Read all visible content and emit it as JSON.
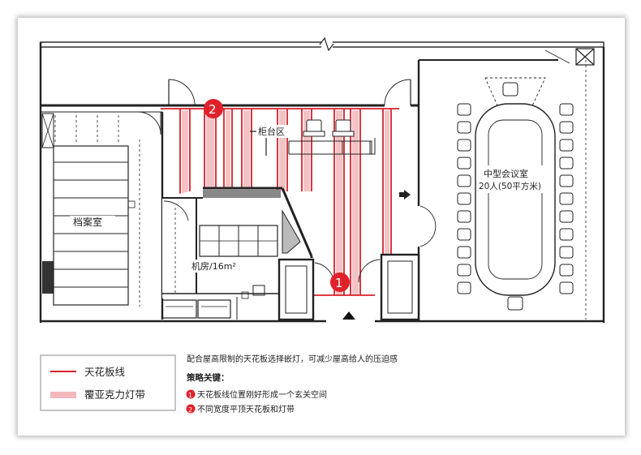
{
  "rooms": {
    "archive": "档案室",
    "counter": "柜台区",
    "machine_room": "机房/16m²",
    "meeting_room": "中型会议室",
    "meeting_capacity": "20人(50平方米)"
  },
  "markers": {
    "one": "1",
    "two": "2"
  },
  "legend": {
    "ceiling_line": "天花板线",
    "acrylic_strip": "覆亚克力灯带"
  },
  "notes": {
    "intro": "配合屋高限制的天花板选择嵌灯，可减少屋高给人的压迫感",
    "heading": "策略关键：",
    "point1_num": "1",
    "point1": "天花板线位置刚好形成一个玄关空间",
    "point2_num": "2",
    "point2": "不同宽度平顶天花板和灯带"
  },
  "colors": {
    "ceiling_line": "#d9202a",
    "acrylic_strip": "#f2b8bc",
    "marker": "#e0212b",
    "wall": "#222222"
  }
}
